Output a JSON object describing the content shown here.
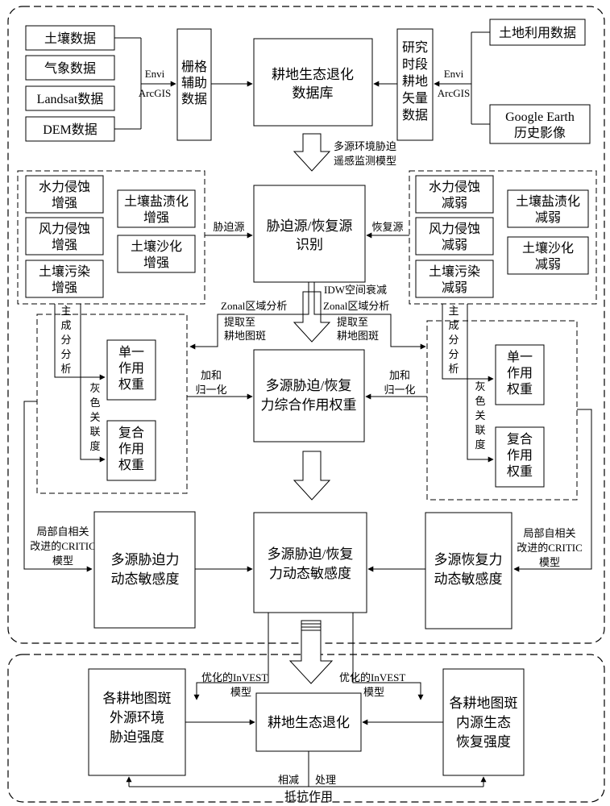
{
  "inputs_left": [
    "土壤数据",
    "气象数据",
    "Landsat数据",
    "DEM数据"
  ],
  "raster_box": [
    "栅格",
    "辅助",
    "数据"
  ],
  "envi_arcgis": [
    "Envi",
    "ArcGIS"
  ],
  "database_box": [
    "耕地生态退化",
    "数据库"
  ],
  "vector_box": [
    "研究",
    "时段",
    "耕地",
    "矢量",
    "数据"
  ],
  "inputs_right": {
    "land_use": "土地利用数据",
    "google_earth": [
      "Google Earth",
      "历史影像"
    ]
  },
  "model_label": [
    "多源环境胁迫",
    "遥感监测模型"
  ],
  "stress_factors": {
    "water": [
      "水力侵蚀",
      "增强"
    ],
    "wind": [
      "风力侵蚀",
      "增强"
    ],
    "pollution": [
      "土壤污染",
      "增强"
    ],
    "salinization": [
      "土壤盐渍化",
      "增强"
    ],
    "desertification": [
      "土壤沙化",
      "增强"
    ]
  },
  "recovery_factors": {
    "water": [
      "水力侵蚀",
      "减弱"
    ],
    "wind": [
      "风力侵蚀",
      "减弱"
    ],
    "pollution": [
      "土壤污染",
      "减弱"
    ],
    "salinization": [
      "土壤盐渍化",
      "减弱"
    ],
    "desertification": [
      "土壤沙化",
      "减弱"
    ]
  },
  "stress_source_label": "胁迫源",
  "recovery_source_label": "恢复源",
  "identify_box": [
    "胁迫源/恢复源",
    "识别"
  ],
  "idw_label": "IDW空间衰减",
  "zonal_label": "Zonal区域分析",
  "extract_label": [
    "提取至",
    "耕地图斑"
  ],
  "pca_label": [
    "主",
    "成",
    "分",
    "分",
    "析"
  ],
  "grey_label": [
    "灰",
    "色",
    "关",
    "联",
    "度"
  ],
  "single_weight": [
    "单一",
    "作用",
    "权重"
  ],
  "composite_weight": [
    "复合",
    "作用",
    "权重"
  ],
  "sum_norm_label": [
    "加和",
    "归一化"
  ],
  "combined_weight_box": [
    "多源胁迫/恢复",
    "力综合作用权重"
  ],
  "critic_label": [
    "局部自相关",
    "改进的CRITIC",
    "模型"
  ],
  "stress_sensitivity": [
    "多源胁迫力",
    "动态敏感度"
  ],
  "recovery_sensitivity": [
    "多源恢复力",
    "动态敏感度"
  ],
  "combined_sensitivity": [
    "多源胁迫/恢复",
    "力动态敏感度"
  ],
  "invest_label": [
    "优化的InVEST",
    "模型"
  ],
  "external_stress_box": [
    "各耕地图斑",
    "外源环境",
    "胁迫强度"
  ],
  "degradation_box": "耕地生态退化",
  "internal_recovery_box": [
    "各耕地图斑",
    "内源生态",
    "恢复强度"
  ],
  "subtract_label": "相减",
  "process_label": "处理",
  "resist_label": "抵抗作用"
}
